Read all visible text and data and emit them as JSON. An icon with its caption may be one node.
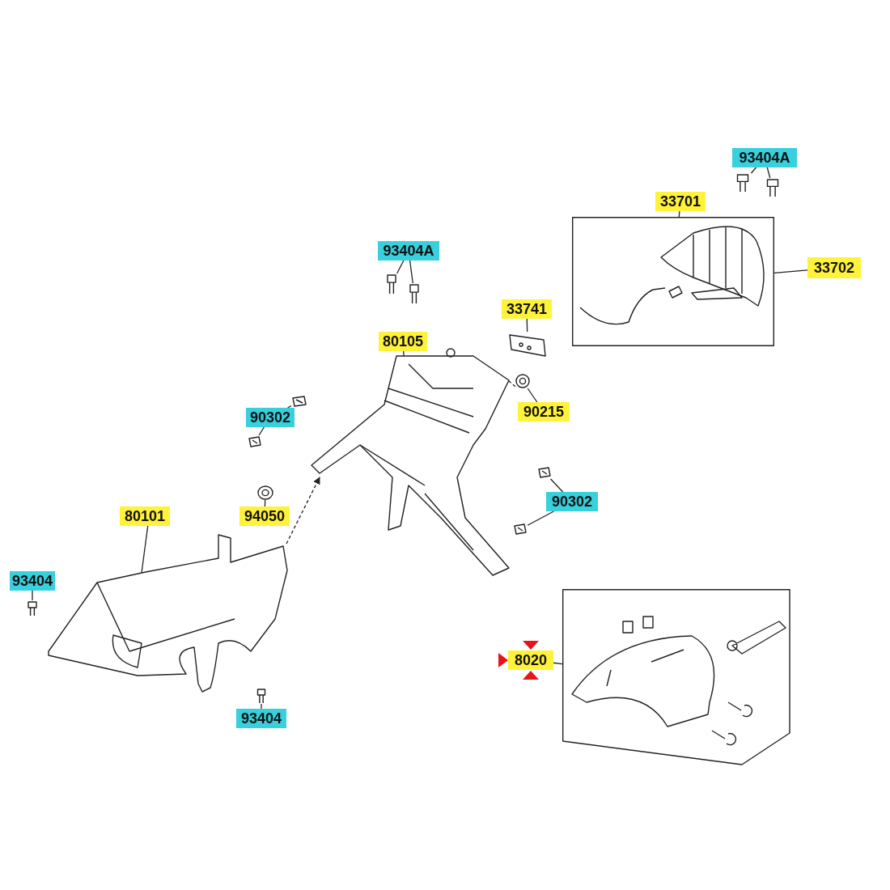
{
  "diagram": {
    "nodes": [
      {
        "text": [
          "93404A"
        ]
      },
      {
        "text": [],
        "shape": "picture"
      },
      {
        "text": [],
        "shape": "picture"
      },
      {
        "text": [
          "33701"
        ]
      },
      {
        "text": [],
        "shape": "picture"
      },
      {
        "text": [
          "33702"
        ]
      },
      {
        "text": [
          "93404A"
        ]
      },
      {
        "text": [],
        "shape": "picture"
      },
      {
        "text": [],
        "shape": "picture"
      },
      {
        "text": [
          "33741"
        ]
      },
      {
        "text": [],
        "shape": "picture"
      },
      {
        "text": [
          "80105"
        ]
      },
      {
        "text": [],
        "shape": "picture"
      },
      {
        "text": [
          "90302"
        ]
      },
      {
        "text": [],
        "shape": "picture"
      },
      {
        "text": [],
        "shape": "picture"
      },
      {
        "text": [
          "90215"
        ]
      },
      {
        "text": [],
        "shape": "picture"
      },
      {
        "text": [
          "90302"
        ]
      },
      {
        "text": [],
        "shape": "picture"
      },
      {
        "text": [],
        "shape": "picture"
      },
      {
        "text": [
          "94050"
        ]
      },
      {
        "text": [],
        "shape": "picture"
      },
      {
        "text": [
          "80101"
        ]
      },
      {
        "text": [],
        "shape": "picture"
      },
      {
        "text": [
          "93404"
        ]
      },
      {
        "text": [],
        "shape": "picture"
      },
      {
        "text": [
          "93404"
        ]
      },
      {
        "text": [],
        "shape": "picture"
      },
      {
        "text": [
          "8020"
        ]
      },
      {
        "text": [],
        "shape": "picture"
      }
    ],
    "edges": [
      {
        "from": 0,
        "to": 1,
        "arrow": "none"
      },
      {
        "from": 0,
        "to": 2,
        "arrow": "none"
      },
      {
        "from": 3,
        "to": 4,
        "arrow": "none"
      },
      {
        "from": 5,
        "to": 4,
        "arrow": "none"
      },
      {
        "from": 6,
        "to": 7,
        "arrow": "none"
      },
      {
        "from": 6,
        "to": 8,
        "arrow": "none"
      },
      {
        "from": 9,
        "to": 10,
        "arrow": "none"
      },
      {
        "from": 11,
        "to": 12,
        "arrow": "none"
      },
      {
        "from": 13,
        "to": 14,
        "arrow": "none"
      },
      {
        "from": 13,
        "to": 15,
        "arrow": "none"
      },
      {
        "from": 16,
        "to": 17,
        "arrow": "none"
      },
      {
        "from": 18,
        "to": 19,
        "arrow": "none"
      },
      {
        "from": 18,
        "to": 20,
        "arrow": "none"
      },
      {
        "from": 21,
        "to": 22,
        "arrow": "none"
      },
      {
        "from": 23,
        "to": 24,
        "arrow": "none"
      },
      {
        "from": 25,
        "to": 26,
        "arrow": "none"
      },
      {
        "from": 27,
        "to": 28,
        "arrow": "none"
      },
      {
        "from": 29,
        "to": 30,
        "arrow": "none"
      },
      {
        "from": 17,
        "to": 12,
        "arrow": "none",
        "style": "dashed"
      },
      {
        "from": 24,
        "to": 12,
        "arrow": "to",
        "style": "dashed"
      }
    ]
  }
}
